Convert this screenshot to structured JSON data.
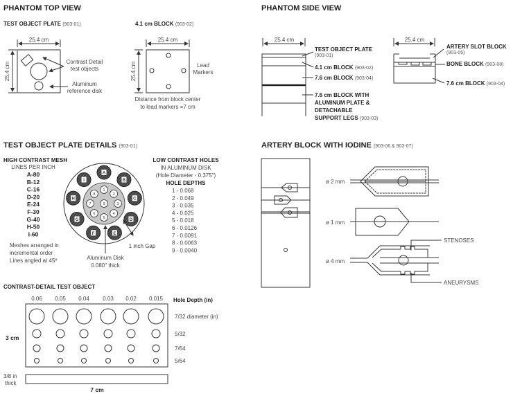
{
  "top_view": {
    "title": "PHANTOM TOP VIEW",
    "plate_title": "TEST OBJECT PLATE",
    "plate_code": "(903-01)",
    "block_title": "4.1 cm BLOCK",
    "block_code": "(903-02)",
    "dim": "25.4 cm",
    "contrast_label_1": "Contrast Detail",
    "contrast_label_2": "test objects",
    "aluminum_label_1": "Aluminum",
    "aluminum_label_2": "reference disk",
    "lead_label_1": "Lead",
    "lead_label_2": "Markers",
    "distance_1": "Distance from block center",
    "distance_2": "to lead markers =7 cm"
  },
  "side_view": {
    "title": "PHANTOM SIDE VIEW",
    "dim": "25.4 cm",
    "left": {
      "plate": "TEST OBJECT PLATE",
      "plate_code": "(903-01)",
      "block41": "4.1 cm BLOCK",
      "block41_code": "(903-02)",
      "block76": "7.6 cm BLOCK",
      "block76_code": "(903-04)",
      "legs_1": "7.6 cm BLOCK WITH",
      "legs_2": "ALUMINUM PLATE &",
      "legs_3": "DETACHABLE",
      "legs_4": "SUPPORT LEGS",
      "legs_code": "(903-03)"
    },
    "right": {
      "artery": "ARTERY SLOT BLOCK",
      "artery_code": "(903-05)",
      "bone": "BONE BLOCK",
      "bone_code": "(903-08)",
      "block76": "7.6 cm BLOCK",
      "block76_code": "(903-04)"
    }
  },
  "plate_details": {
    "title": "TEST OBJECT PLATE DETAILS",
    "code": "(903-01)",
    "mesh_title": "HIGH CONTRAST MESH",
    "mesh_sub": "LINES PER INCH",
    "meshes": [
      "A-80",
      "B-12",
      "C-16",
      "D-20",
      "E-24",
      "F-30",
      "G-40",
      "H-50",
      "I-60"
    ],
    "mesh_letters": [
      "A",
      "B",
      "C",
      "D",
      "E",
      "F",
      "G",
      "H",
      "I"
    ],
    "mesh_note_1": "Meshes arranged in",
    "mesh_note_2": "incremental order",
    "mesh_note_3": "Lines angled at 45º",
    "holes_title": "LOW CONTRAST HOLES",
    "holes_sub": "IN ALUMINUM DISK",
    "holes_diam": "(Hole Diameter - 0.375\")",
    "depths_title": "HOLE DEPTHS",
    "depths": [
      "1 - 0.068",
      "2 - 0.049",
      "3 - 0.035",
      "4 - 0.025",
      "5 - 0.018",
      "6 - 0.0126",
      "7 - 0.0091",
      "8 - 0.0063",
      "9 - 0.0040"
    ],
    "hole_numbers": [
      "1",
      "2",
      "3",
      "4",
      "5",
      "6",
      "7",
      "8",
      "9"
    ],
    "gap": "1 inch Gap",
    "disk_1": "Aluminum Disk",
    "disk_2": "0.080\" thick"
  },
  "contrast_detail": {
    "title": "CONTRAST-DETAIL TEST OBJECT",
    "depth_header": "Hole Depth (in)",
    "depths": [
      "0.06",
      "0.05",
      "0.04",
      "0.03",
      "0.02",
      "0.015"
    ],
    "diameters": [
      "7/32 diameter (in)",
      "5/32",
      "7/64",
      "5/64"
    ],
    "height": "3 cm",
    "thick_1": "3/8 in",
    "thick_2": "thick",
    "width": "7 cm"
  },
  "artery": {
    "title": "ARTERY BLOCK WITH IODINE",
    "code": "(903-06 & 903-07)",
    "d2": "ø 2 mm",
    "d1": "ø 1 mm",
    "d4": "ø 4 mm",
    "stenoses": "STENOSES",
    "aneurysms": "ANEURYSMS"
  }
}
